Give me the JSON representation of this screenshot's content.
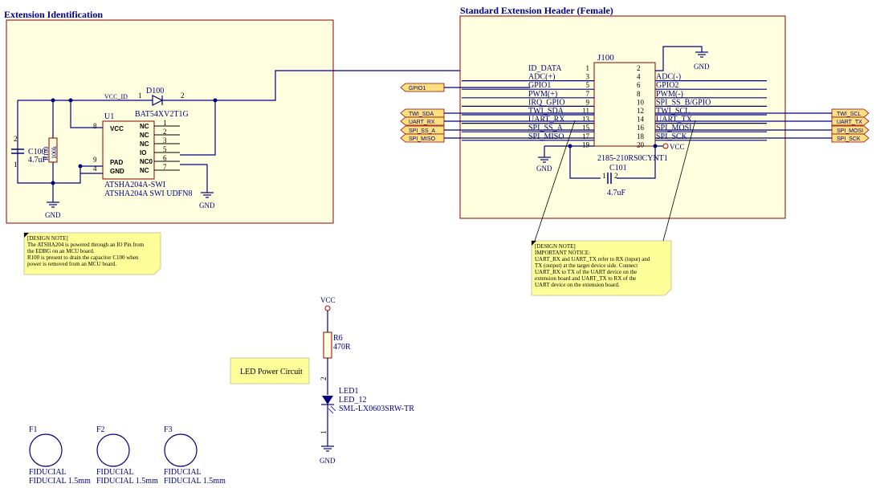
{
  "sheets": {
    "ext_id": "Extension Identification",
    "header": "Standard Extension Header (Female)"
  },
  "j100": {
    "ref": "J100",
    "part": "2185-210RS0CYNT1",
    "left_pins": [
      {
        "num": "1",
        "name": "ID_DATA"
      },
      {
        "num": "3",
        "name": "ADC(+)"
      },
      {
        "num": "5",
        "name": "GPIO1"
      },
      {
        "num": "7",
        "name": "PWM(+)"
      },
      {
        "num": "9",
        "name": "IRQ_GPIO"
      },
      {
        "num": "11",
        "name": "TWI_SDA"
      },
      {
        "num": "13",
        "name": "UART_RX"
      },
      {
        "num": "15",
        "name": "SPI_SS_A"
      },
      {
        "num": "17",
        "name": "SPI_MISO"
      },
      {
        "num": "19",
        "name": ""
      }
    ],
    "right_pins": [
      {
        "num": "2",
        "name": ""
      },
      {
        "num": "4",
        "name": "ADC(-)"
      },
      {
        "num": "6",
        "name": "GPIO2"
      },
      {
        "num": "8",
        "name": "PWM(-)"
      },
      {
        "num": "10",
        "name": "SPI_SS_B/GPIO"
      },
      {
        "num": "12",
        "name": "TWI_SCL"
      },
      {
        "num": "14",
        "name": "UART_TX"
      },
      {
        "num": "16",
        "name": "SPI_MOSI"
      },
      {
        "num": "18",
        "name": "SPI_SCK"
      },
      {
        "num": "20",
        "name": ""
      }
    ]
  },
  "ports": {
    "gpio1": "GPIO1",
    "twi_sda": "TWI_SDA",
    "uart_rx": "UART_RX",
    "spi_ss_a": "SPI_SS_A",
    "spi_miso": "SPI_MISO",
    "twi_scl": "TWI_SCL",
    "uart_tx": "UART_TX",
    "spi_mosi": "SPI_MOSI",
    "spi_sck": "SPI_SCK"
  },
  "u1": {
    "ref": "U1",
    "part1": "ATSHA204A-SWI",
    "part2": "ATSHA204A SWI UDFN8",
    "left": [
      {
        "num": "8",
        "name": "VCC"
      },
      {
        "num": "9",
        "name": "PAD"
      },
      {
        "num": "4",
        "name": "GND"
      }
    ],
    "right": [
      {
        "num": "1",
        "name": "NC"
      },
      {
        "num": "2",
        "name": "NC"
      },
      {
        "num": "3",
        "name": "NC"
      },
      {
        "num": "5",
        "name": "IO"
      },
      {
        "num": "6",
        "name": "NC0"
      },
      {
        "num": "7",
        "name": "NC"
      }
    ]
  },
  "d100": {
    "ref": "D100",
    "part": "BAT54XV2T1G",
    "pin1": "1",
    "pin2": "2"
  },
  "c100": {
    "ref": "C100",
    "value": "4.7uF",
    "pin1": "1",
    "pin2": "2"
  },
  "r100": {
    "ref": "R100",
    "value": "100k"
  },
  "c101": {
    "ref": "C101",
    "value": "4.7uF",
    "pin1": "1",
    "pin2": "2"
  },
  "r6": {
    "ref": "R6",
    "value": "470R"
  },
  "led1": {
    "ref": "LED1",
    "value": "LED_12",
    "part": "SML-LX0603SRW-TR",
    "pin1": "1",
    "pin2": "2"
  },
  "nets": {
    "vcc_id": "VCC_ID",
    "vcc": "VCC",
    "gnd": "GND"
  },
  "notes": {
    "note1": [
      "[DESIGN NOTE]",
      "The ATSHA204 is powered through an IO Pin from",
      "the EDBG on an MCU board.",
      "R100 is present to drain the capacitor C100 when",
      "power is removed from an MCU board."
    ],
    "note2": [
      "[DESIGN NOTE]",
      "IMPORTANT NOTICE:",
      "UART_RX and UART_TX refer to RX (input) and",
      "TX (output) at the target device side. Connect",
      "UART_RX to TX of the UART device on the",
      "extension board and UART_TX to RX of the",
      "UART device on the extension board."
    ]
  },
  "led_label": "LED Power Circuit",
  "fiducials": [
    {
      "ref": "F1",
      "name": "FIDUCIAL",
      "part": "FIDUCIAL 1.5mm"
    },
    {
      "ref": "F2",
      "name": "FIDUCIAL",
      "part": "FIDUCIAL 1.5mm"
    },
    {
      "ref": "F3",
      "name": "FIDUCIAL",
      "part": "FIDUCIAL 1.5mm"
    }
  ]
}
